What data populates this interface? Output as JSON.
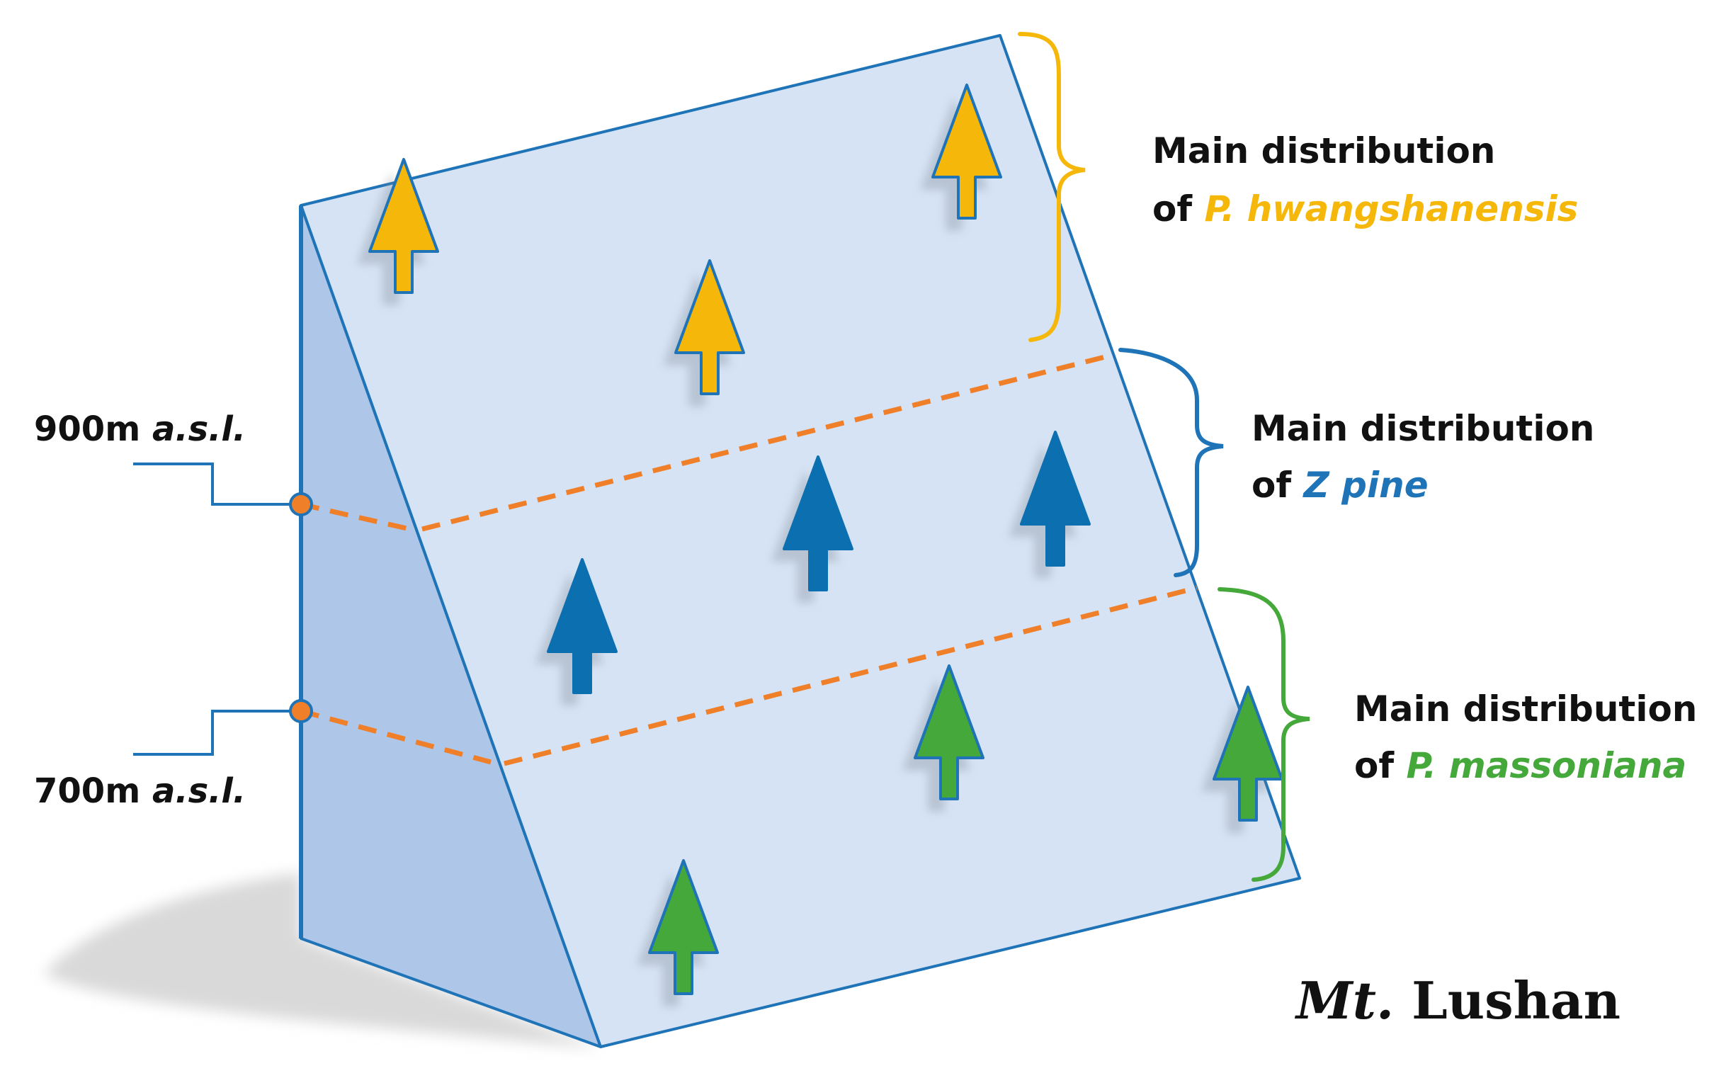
{
  "colors": {
    "background": "#ffffff",
    "front_face": "#d6e3f4",
    "side_face": "#aec7e9",
    "outline": "#1f73b7",
    "boundary": "#f07f2a",
    "shadow": "#d9d9d9",
    "hwangshanensis": "#f5b80a",
    "z_pine": "#0b6fb0",
    "massoniana": "#45a83a",
    "text": "#111111"
  },
  "altitudes": [
    {
      "value": "900m",
      "unit": "a.s.l."
    },
    {
      "value": "700m",
      "unit": "a.s.l."
    }
  ],
  "zones": [
    {
      "id": "hwangshanensis",
      "line1": "Main distribution",
      "prefix": "of ",
      "species": "P. hwangshanensis",
      "tree_icon": "yellow-pine-tree-icon"
    },
    {
      "id": "z_pine",
      "line1": "Main distribution",
      "prefix": "of ",
      "species": "Z pine",
      "tree_icon": "blue-pine-tree-icon"
    },
    {
      "id": "massoniana",
      "line1": "Main distribution",
      "prefix": "of ",
      "species": "P. massoniana",
      "tree_icon": "green-pine-tree-icon"
    }
  ],
  "mountain": {
    "prefix": "Mt.",
    "name": " Lushan"
  }
}
